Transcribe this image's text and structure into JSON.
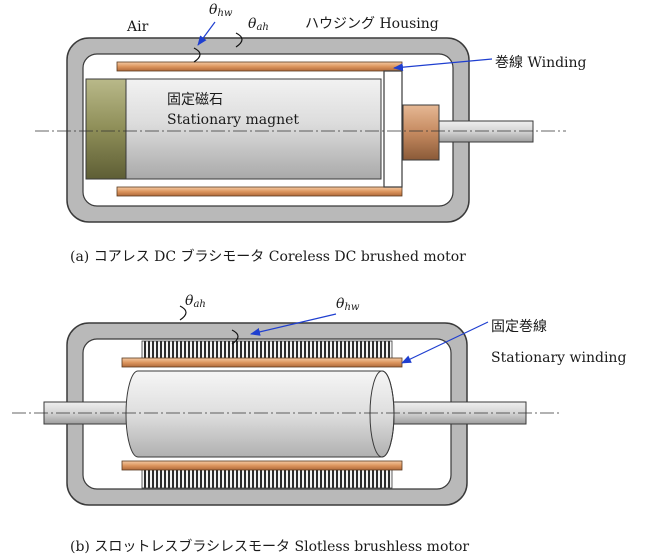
{
  "diagram_a": {
    "label_air": "Air",
    "label_theta_hw": "θhw",
    "label_theta_hw_sub": "hw",
    "label_theta_ah": "θah",
    "label_theta_ah_sub": "ah",
    "label_housing": "ハウジング Housing",
    "label_winding": "巻線 Winding",
    "label_magnet_jp": "固定磁石",
    "label_magnet_en": "Stationary magnet",
    "caption": "(a) コアレス DC ブラシモータ Coreless DC brushed motor"
  },
  "diagram_b": {
    "label_theta_ah": "θah",
    "label_theta_ah_sub": "ah",
    "label_theta_hw": "θhw",
    "label_theta_hw_sub": "hw",
    "label_winding_jp": "固定巻線",
    "label_winding_en": "Stationary winding",
    "caption": "(b) スロットレスブラシレスモータ Slotless brushless motor"
  },
  "colors": {
    "housing_fill": "#b9b9b9",
    "housing_stroke": "#3a3a3a",
    "winding": "#e2a070",
    "magnet_body": "#d8d8d8",
    "magnet_end": "#8a8a55",
    "bushing": "#c89068",
    "shaft": "#d0d0d0",
    "arrow": "#1f3fd0"
  }
}
